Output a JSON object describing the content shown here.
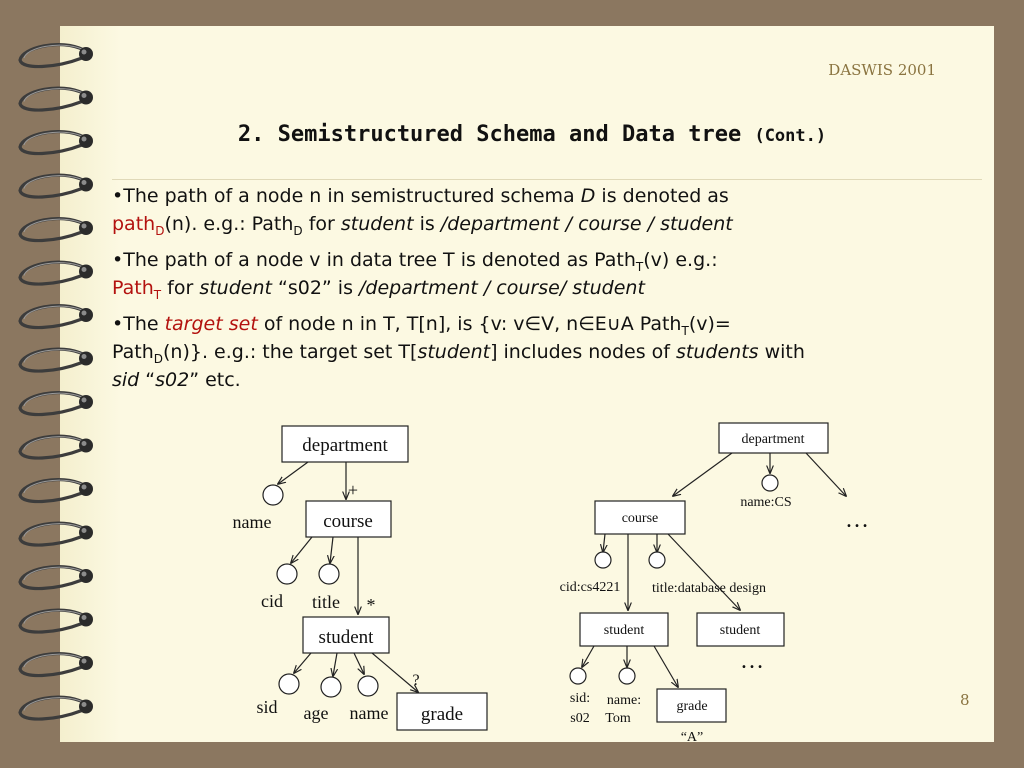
{
  "header": "DASWIS 2001",
  "title": {
    "main": "2. Semistructured Schema and Data tree",
    "suffix": "(Cont.)"
  },
  "bullet1": {
    "prefix": "•The path of a node n in semistructured schema ",
    "D": "D",
    "mid": " is denoted as",
    "path": "path",
    "sub": "D",
    "after": "(n).   e.g.: Path",
    "sub2": "D",
    "for": "  for ",
    "student": "student",
    "is": " is ",
    "pathval": "/department / course / student"
  },
  "bullet2": {
    "prefix": "•The path of a node v in data tree T is denoted as Path",
    "sub": "T",
    "after": "(v)   e.g.:",
    "path": "Path",
    "sub2": "T",
    "for": " for ",
    "student": "student",
    "quote": " “s02” is ",
    "pathval": "/department / course/ student"
  },
  "bullet3": {
    "prefix": "•The ",
    "target": "target set",
    "mid": " of node n in T, T[n], is {v: v",
    "in1": "∈",
    "v": "V, n",
    "in2": "∈",
    "e": "E",
    "cup": "∪",
    "a": "A Path",
    "sub": "T",
    "rest": "(v)=",
    "path2": "Path",
    "sub2": "D",
    "rest2": "(n)}. e.g.: the target set T[",
    "student": "student",
    "rest3": "] includes nodes of ",
    "students": "students",
    "with": " with",
    "sid": "sid",
    "q": " “",
    "s02": "s02",
    "end": "” etc."
  },
  "schema": {
    "department": "department",
    "plus": "+",
    "name": "name",
    "course": "course",
    "cid": "cid",
    "title": "title",
    "star": "*",
    "student": "student",
    "q": "?",
    "sid": "sid",
    "age": "age",
    "name2": "name",
    "grade": "grade"
  },
  "tree": {
    "department": "department",
    "namecs": "name:CS",
    "dots1": "…",
    "course": "course",
    "cid": "cid:cs4221",
    "title": "title:database design",
    "student1": "student",
    "student2": "student",
    "dots2": "…",
    "sid1": "sid:",
    "sid2": "s02",
    "name1": "name:",
    "name2": "Tom",
    "grade": "grade",
    "a": "“A”"
  },
  "page_number": "8"
}
